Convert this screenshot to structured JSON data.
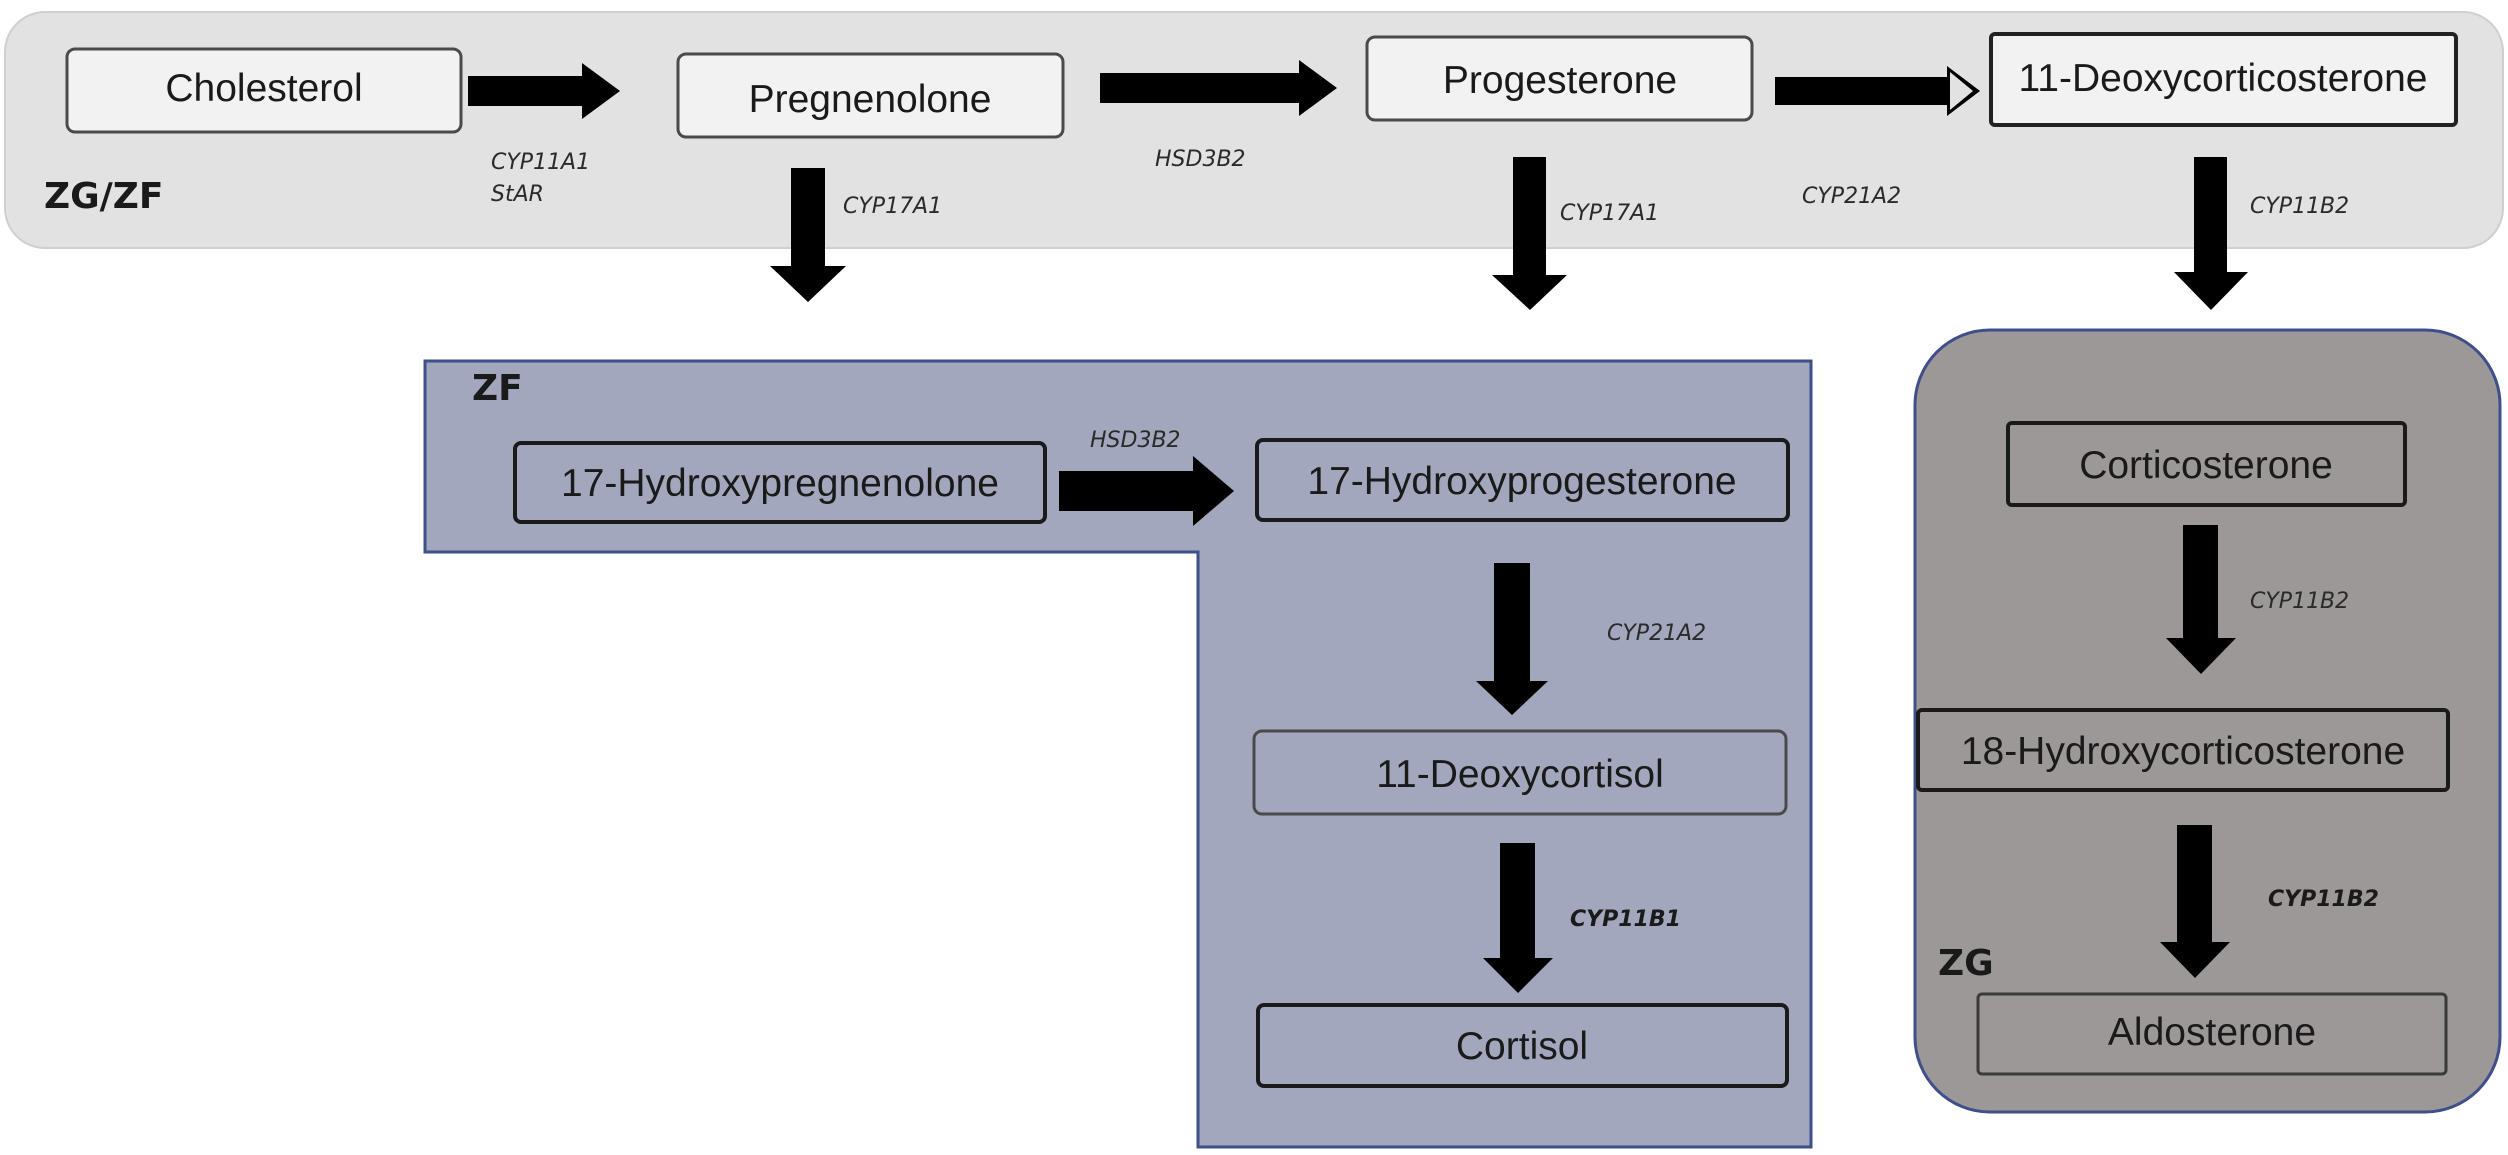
{
  "zones": {
    "zg_zf": "ZG/ZF",
    "zf": "ZF",
    "zg": "ZG"
  },
  "nodes": {
    "cholesterol": "Cholesterol",
    "pregnenolone": "Pregnenolone",
    "progesterone": "Progesterone",
    "deoxycorticosterone": "11-Deoxycorticosterone",
    "hydroxypregnenolone": "17-Hydroxypregnenolone",
    "hydroxyprogesterone": "17-Hydroxyprogesterone",
    "deoxycortisol": "11-Deoxycortisol",
    "cortisol": "Cortisol",
    "corticosterone": "Corticosterone",
    "hydroxycorticosterone": "18-Hydroxycorticosterone",
    "aldosterone": "Aldosterone"
  },
  "enzymes": {
    "cyp11a1": "CYP11A1",
    "star": "StAR",
    "hsd3b2_top": "HSD3B2",
    "cyp21a2_top": "CYP21A2",
    "cyp17a1_left": "CYP17A1",
    "cyp17a1_right": "CYP17A1",
    "cyp11b2_top": "CYP11B2",
    "hsd3b2_zf": "HSD3B2",
    "cyp21a2_zf": "CYP21A2",
    "cyp11b1": "CYP11B1",
    "cyp11b2_mid": "CYP11B2",
    "cyp11b2_bottom": "CYP11B2"
  },
  "colors": {
    "zg_zf_band": "#e2e2e2",
    "zf_region": "#a3a7bd",
    "zf_border": "#3e4f8a",
    "zg_region": "#9c9897",
    "zg_border": "#3e4f8a",
    "node_fill": "#f2f2f2",
    "arrow": "#000000"
  }
}
